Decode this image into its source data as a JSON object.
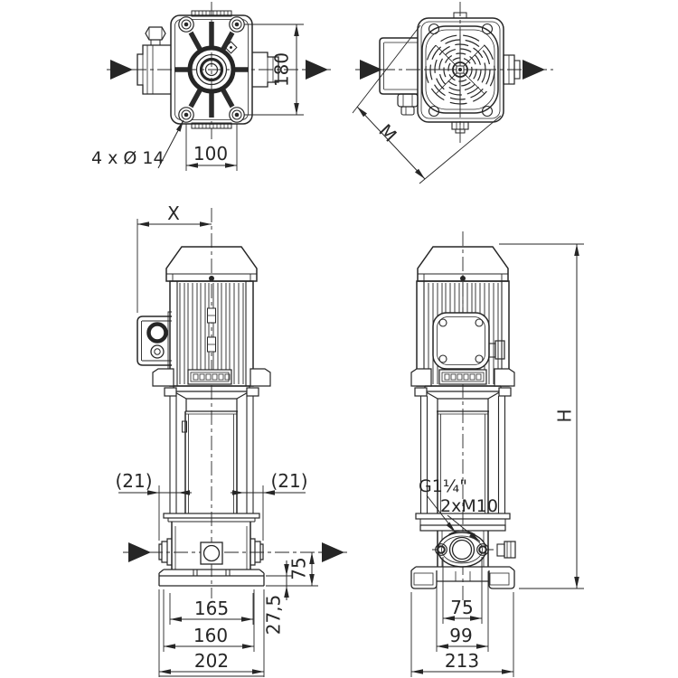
{
  "drawing": {
    "type": "pump-dimensional-drawing",
    "views": {
      "top_pump": {
        "dim_vertical": "180",
        "dim_horizontal": "100",
        "label_holes": "4 x Ø 14"
      },
      "top_motor": {
        "dim_diagonal": "M"
      },
      "front": {
        "dim_x": "X",
        "dim_gap_left": "(21)",
        "dim_gap_right": "(21)",
        "dim_port_height": "75",
        "dim_base_height": "27,5",
        "dim_width_inner": "165",
        "dim_width_mid": "160",
        "dim_width_outer": "202"
      },
      "side": {
        "dim_height": "H",
        "label_connection": "G1¼\"",
        "label_flange_bolts": "2xM10",
        "dim_bolt_spacing": "75",
        "dim_width_inner": "99",
        "dim_width_outer": "213"
      }
    }
  }
}
